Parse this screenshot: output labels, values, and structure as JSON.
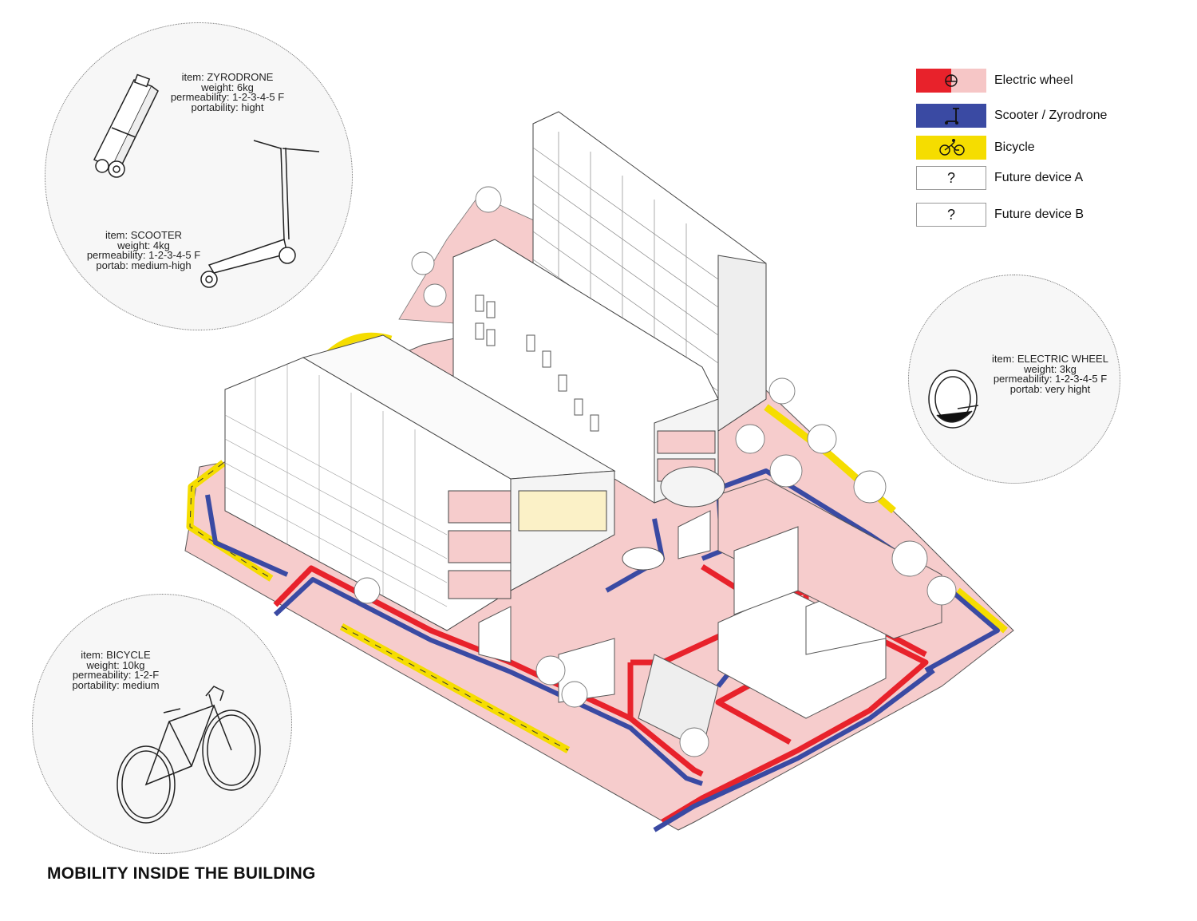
{
  "title": "MOBILITY INSIDE THE BUILDING",
  "legend": [
    {
      "label": "Electric wheel",
      "color": "#e8222b",
      "color_light": "#f6c6c6",
      "icon": "electric-wheel-icon"
    },
    {
      "label": "Scooter / Zyrodrone",
      "color": "#3a4aa3",
      "icon": "scooter-icon"
    },
    {
      "label": "Bicycle",
      "color": "#f5dd00",
      "icon": "bicycle-icon"
    },
    {
      "label": "Future device A",
      "symbol": "?"
    },
    {
      "label": "Future device B",
      "symbol": "?"
    }
  ],
  "items": {
    "zyrodrone": [
      "item: ZYRODRONE",
      "weight: 6kg",
      "permeability: 1-2-3-4-5 F",
      "portability: hight"
    ],
    "scooter": [
      "item: SCOOTER",
      "weight: 4kg",
      "permeability: 1-2-3-4-5 F",
      "portab: medium-high"
    ],
    "electric_wheel": [
      "item: ELECTRIC WHEEL",
      "weight: 3kg",
      "permeability: 1-2-3-4-5 F",
      "portab: very hight"
    ],
    "bicycle": [
      "item: BICYCLE",
      "weight: 10kg",
      "permeability: 1-2-F",
      "portability: medium"
    ]
  },
  "colors": {
    "ground": "#f6cccc",
    "route_red": "#e8222b",
    "route_blue": "#3a4aa3",
    "route_yellow": "#f5dd00",
    "building_fill": "#ffffff",
    "line": "#444444"
  }
}
